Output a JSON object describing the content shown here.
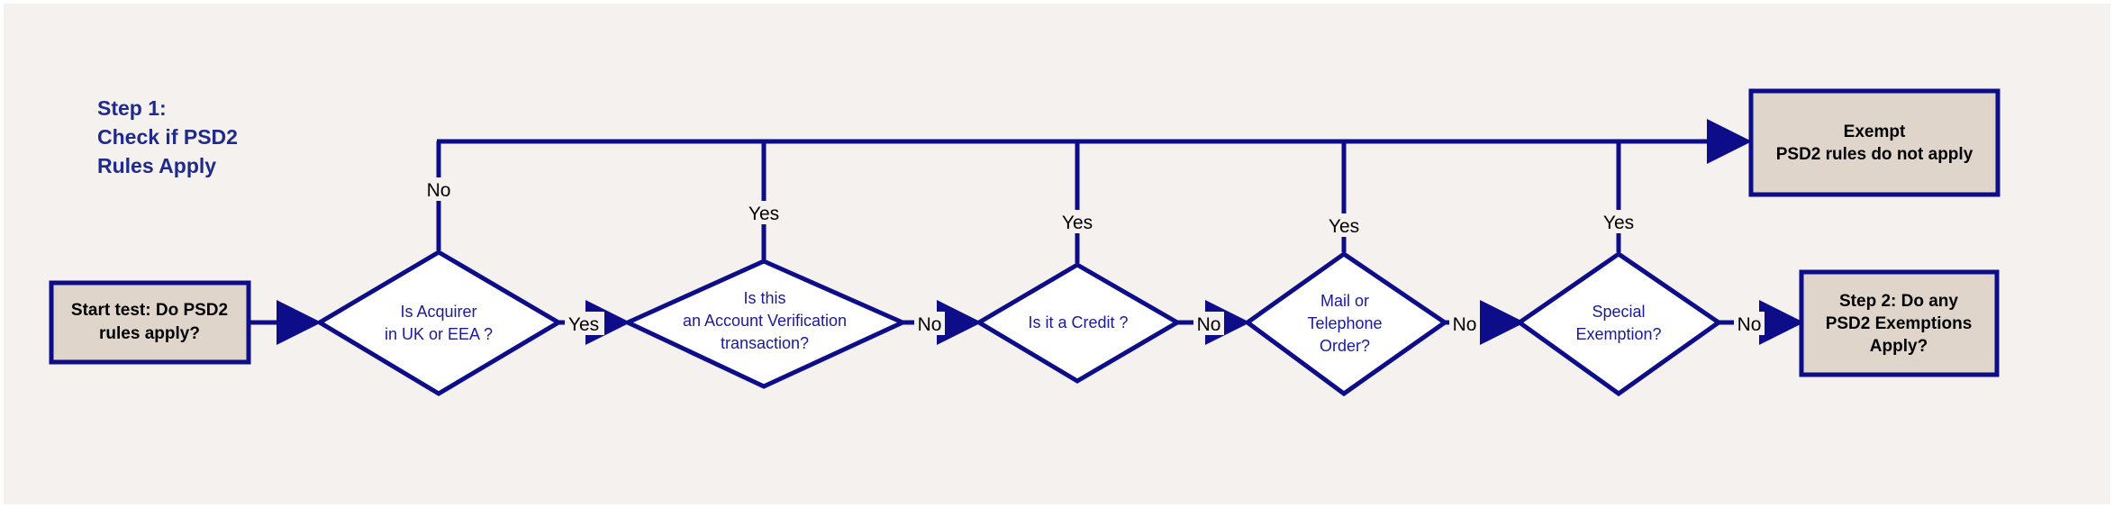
{
  "colors": {
    "canvas": "#f4f1ef",
    "line": "#0d0d8a",
    "process_fill": "#dfd5cb",
    "decision_fill": "#ffffff",
    "decision_text": "#1a1a9a",
    "label_text": "#000000",
    "heading_text": "#1f2a8a"
  },
  "heading": {
    "line1": "Step 1:",
    "line2": "Check if PSD2",
    "line3": "Rules Apply"
  },
  "nodes": {
    "start": {
      "line1": "Start test: Do PSD2",
      "line2": "rules apply?"
    },
    "acquirer": {
      "line1": "Is Acquirer",
      "line2": "in UK or EEA ?"
    },
    "verification": {
      "line1": "Is this",
      "line2": "an Account Verification",
      "line3": "transaction?"
    },
    "credit": {
      "line1": "Is it a Credit ?"
    },
    "mail_order": {
      "line1": "Mail or",
      "line2": "Telephone",
      "line3": "Order?"
    },
    "special": {
      "line1": "Special",
      "line2": "Exemption?"
    },
    "exempt": {
      "line1": "Exempt",
      "line2": "PSD2 rules do not apply"
    },
    "step2": {
      "line1": "Step 2: Do any",
      "line2": "PSD2 Exemptions",
      "line3": "Apply?"
    }
  },
  "edge_labels": {
    "acquirer_no": "No",
    "acquirer_yes": "Yes",
    "verification_yes": "Yes",
    "verification_no": "No",
    "credit_yes": "Yes",
    "credit_no": "No",
    "mail_order_yes": "Yes",
    "mail_order_no": "No",
    "special_yes": "Yes",
    "special_no": "No"
  }
}
